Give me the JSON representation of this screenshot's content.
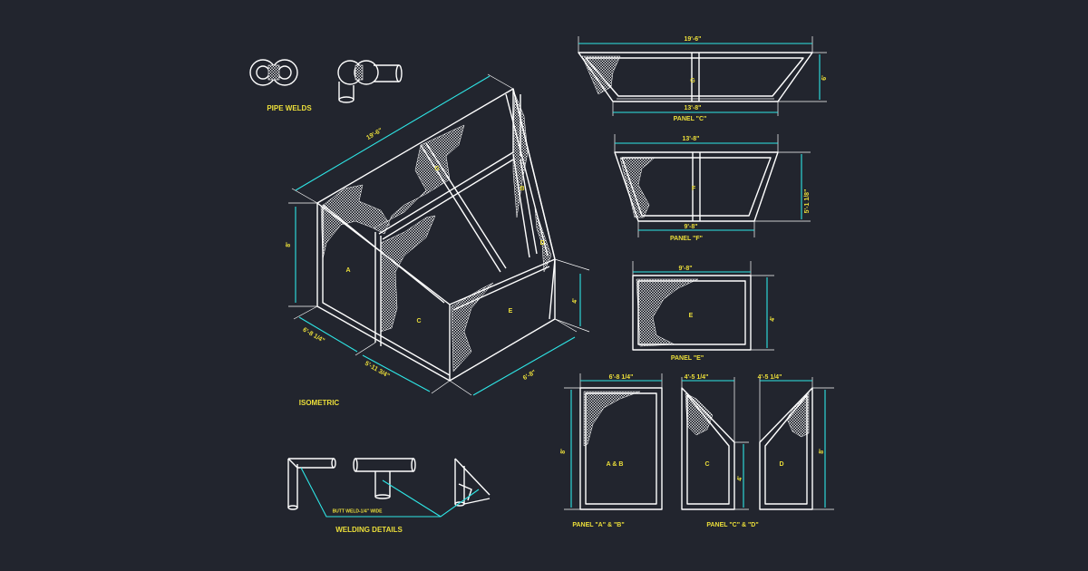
{
  "colors": {
    "background": "#22252e",
    "linework": "#ffffff",
    "dimension": "#2ee6e6",
    "text": "#ecdf3a"
  },
  "labels": {
    "pipe_welds": "PIPE WELDS",
    "isometric": "ISOMETRIC",
    "welding_details": "WELDING DETAILS",
    "butt_weld": "BUTT WELD-1/4\" WIDE",
    "panel_g": "PANEL \"C\"",
    "panel_f": "PANEL \"F\"",
    "panel_e": "PANEL \"E\"",
    "panel_ab": "PANEL \"A\" & \"B\"",
    "panel_cd": "PANEL \"C\" & \"D\""
  },
  "iso": {
    "top_length": "19'-6\"",
    "height": "8'",
    "depth": "6'-8 1/4\"",
    "front_width": "5'-11 3/4\"",
    "right_depth": "6'-8\"",
    "right_height": "4'",
    "letters": {
      "a": "A",
      "c": "C",
      "e": "E",
      "g": "G",
      "b": "B",
      "d": "D"
    }
  },
  "panel_g": {
    "top": "19'-6\"",
    "bottom": "13'-8\"",
    "height": "6'",
    "letter": "G"
  },
  "panel_f": {
    "top": "13'-8\"",
    "bottom": "9'-8\"",
    "height": "5'-1 1/8\"",
    "letter": "F"
  },
  "panel_e": {
    "top": "9'-8\"",
    "height": "4'",
    "letter": "E"
  },
  "panel_ab": {
    "top": "6'-8 1/4\"",
    "height": "8'",
    "letter": "A & B"
  },
  "panel_c": {
    "top": "4'-5 1/4\"",
    "height": "4'",
    "letter": "C"
  },
  "panel_d": {
    "top": "4'-5 1/4\"",
    "height": "8'",
    "letter": "D"
  }
}
